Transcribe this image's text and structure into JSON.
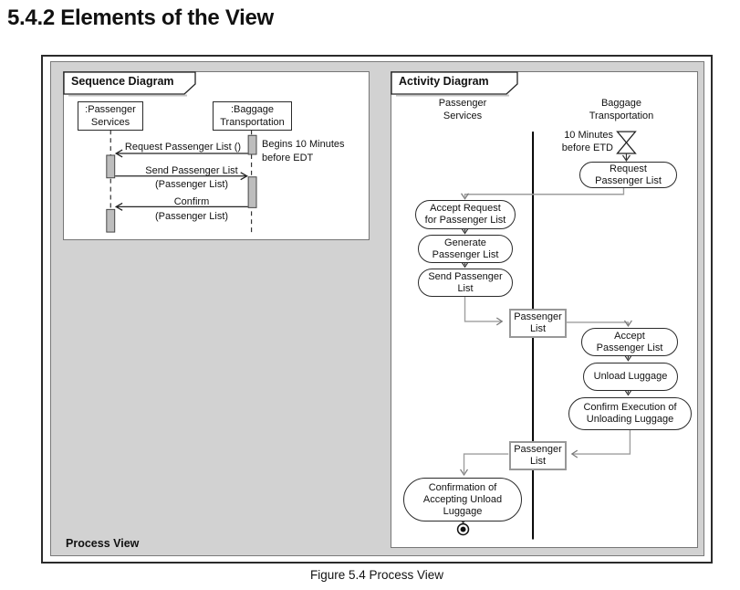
{
  "page": {
    "heading": "5.4.2 Elements of the View",
    "caption": "Figure 5.4 Process View"
  },
  "figure": {
    "label": "Process View",
    "colors": {
      "panel_gray": "#d2d2d2",
      "activation_bar_fill": "#bdbdbd",
      "connector_gray": "#9e9e9e",
      "line_black": "#222222"
    },
    "sequence_diagram": {
      "title": "Sequence Diagram",
      "lifelines": [
        {
          "name": ":Passenger\nServices"
        },
        {
          "name": ":Baggage\nTransportation"
        }
      ],
      "messages": [
        {
          "label": "Request Passenger List ()"
        },
        {
          "label": "Send Passenger List",
          "sublabel": "(Passenger List)"
        },
        {
          "label": "Confirm",
          "sublabel": "(Passenger List)"
        }
      ],
      "note": "Begins 10 Minutes\nbefore EDT"
    },
    "activity_diagram": {
      "title": "Activity Diagram",
      "swimlanes": [
        {
          "name": "Passenger\nServices"
        },
        {
          "name": "Baggage\nTransportation"
        }
      ],
      "timer_label": "10 Minutes\nbefore ETD",
      "actions": {
        "request_passenger_list": "Request\nPassenger List",
        "accept_request": "Accept Request\nfor Passenger List",
        "generate_passenger_list": "Generate\nPassenger List",
        "send_passenger_list": "Send Passenger\nList",
        "object_passenger_list_1": "Passenger\nList",
        "accept_passenger_list": "Accept\nPassenger List",
        "unload_luggage": "Unload Luggage",
        "confirm_execution": "Confirm Execution of\nUnloading Luggage",
        "object_passenger_list_2": "Passenger\nList",
        "confirmation_accept_unload": "Confirmation of\nAccepting Unload\nLuggage"
      }
    }
  }
}
